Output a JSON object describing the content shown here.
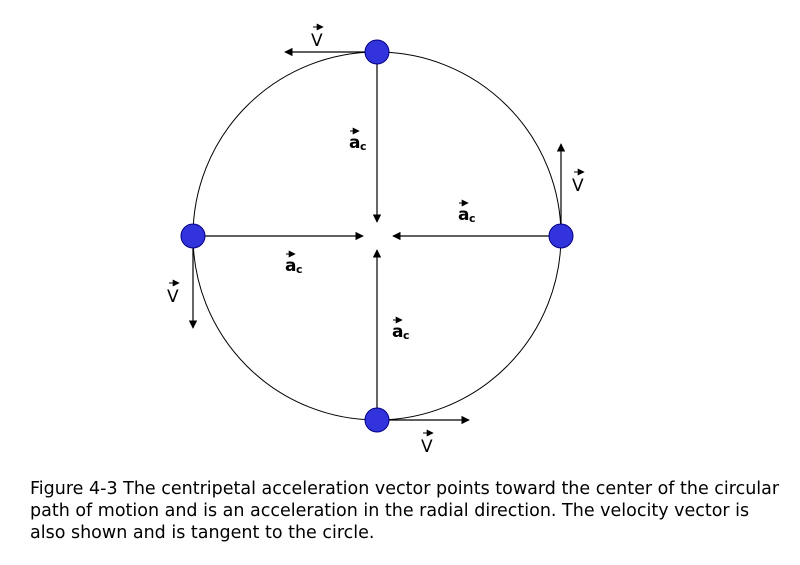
{
  "diagram": {
    "velocity_label": "V",
    "acceleration_label": "a",
    "acceleration_subscript": "c",
    "colors": {
      "ball_fill": "#3333dd",
      "ball_stroke": "#000080",
      "line": "#000000"
    }
  },
  "caption": "Figure 4-3 The centripetal acceleration vector points toward the center of the circular path of motion and is an acceleration in the radial direction. The velocity vector is also shown and is tangent to the circle."
}
